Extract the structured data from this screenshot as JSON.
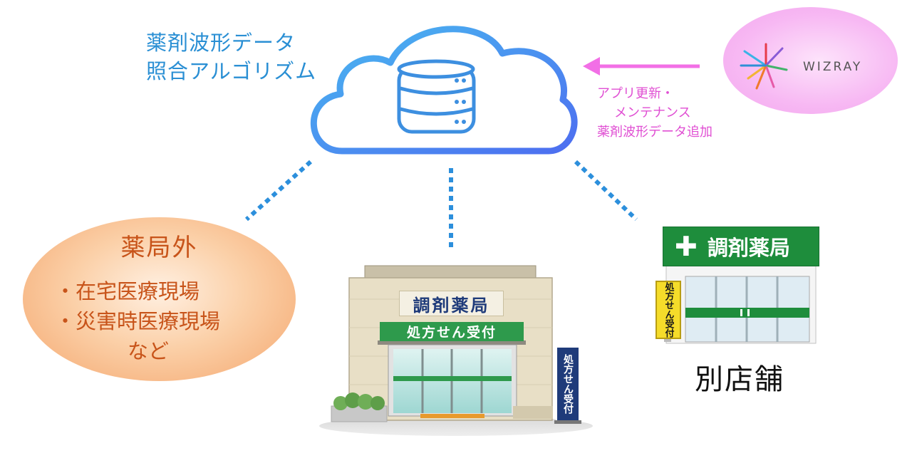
{
  "cloud": {
    "label_line1": "薬剤波形データ",
    "label_line2": "照合アルゴリズム",
    "icon": "database-icon"
  },
  "wizray": {
    "logo_text": "WIZRAY",
    "note_line1": "アプリ更新・",
    "note_line2": "メンテナンス",
    "note_line3": "薬剤波形データ追加",
    "arrow_color": "#f26fe6"
  },
  "outside": {
    "title": "薬局外",
    "items": [
      "・在宅医療現場",
      "・災害時医療現場"
    ],
    "tail": "など"
  },
  "main_pharmacy": {
    "name_sign": "調剤薬局",
    "banner": "処方せん受付",
    "stand_sign": "処方せん受付"
  },
  "branch": {
    "sign": "調剤薬局",
    "side_sign": "処方せん受付",
    "label": "別店舗"
  },
  "colors": {
    "cloud_blue": "#2a8fd4",
    "pharmacy_green": "#1e8d3c",
    "navy": "#1f3b7a",
    "outside_orange": "#c8541a",
    "wizray_pink": "#e04fd3"
  }
}
